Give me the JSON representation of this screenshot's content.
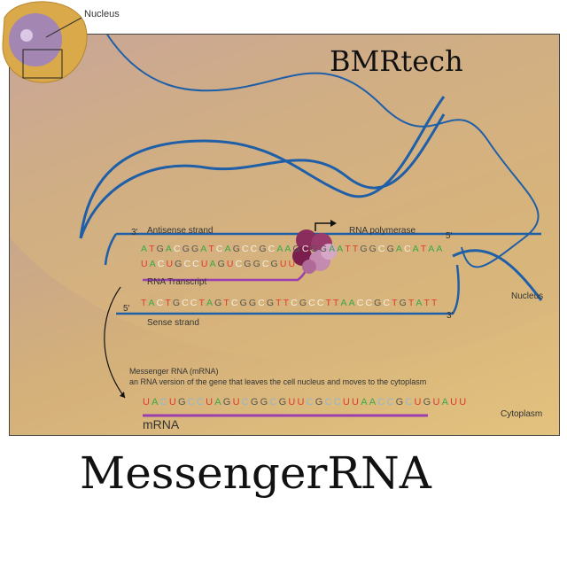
{
  "brand": "BMRtech",
  "title": "MessengerRNA",
  "labels": {
    "nucleus_top": "Nucleus",
    "antisense": "Antisense strand",
    "three_prime": "3'",
    "five_prime": "5'",
    "rna_polymerase": "RNA polymerase",
    "rna_transcript": "RNA Transcript",
    "sense": "Sense strand",
    "nucleus": "Nucleus",
    "mrna_heading": "Messenger RNA (mRNA)",
    "mrna_desc": "an RNA version of the gene that leaves the cell nucleus and moves to the cytoplasm",
    "mrna": "mRNA",
    "cytoplasm": "Cytoplasm"
  },
  "sequences": {
    "antisense": "ATGACGGATCAGCCGCAAGCGGAATTGGCGACATAA",
    "transcript": "UACUGCCUAGUCGGCGUU",
    "sense": "TACTGCCTAGTCGGCGTTCGCCTTAACCGCTGTATT",
    "mrna": "UACUGCCUAGUCGGCGUUCGCCUUAACCGCUGUAUU"
  },
  "colors": {
    "A": "#3aa84a",
    "T": "#e0392f",
    "U": "#e0392f",
    "G": "#555555",
    "C": "#f4f0e6",
    "C_mrna": "#8fb8d8",
    "dna": "#1f5fa8",
    "rna": "#9b3fb0"
  }
}
